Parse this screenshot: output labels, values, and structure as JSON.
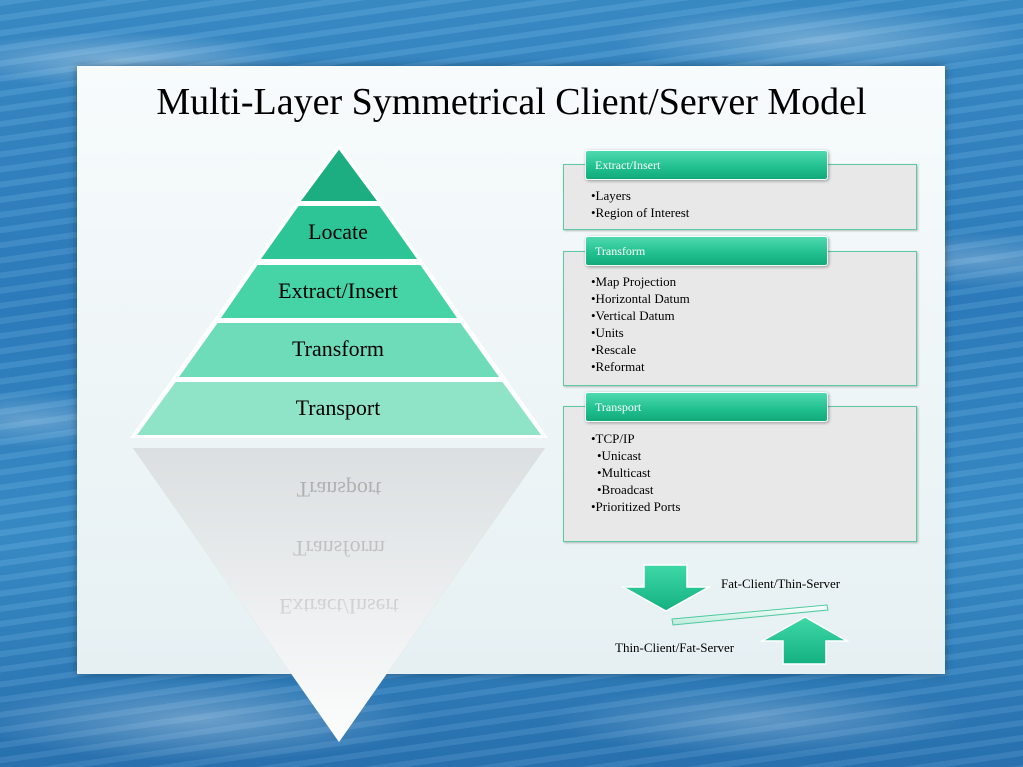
{
  "title": "Multi-Layer Symmetrical Client/Server Model",
  "pyramid": {
    "layers": [
      "Locate",
      "Extract/Insert",
      "Transform",
      "Transport"
    ]
  },
  "cards": [
    {
      "header": "Extract/Insert",
      "items": [
        {
          "text": "•Layers",
          "sub": false
        },
        {
          "text": "•Region of Interest",
          "sub": false
        }
      ]
    },
    {
      "header": "Transform",
      "items": [
        {
          "text": "•Map Projection",
          "sub": false
        },
        {
          "text": "•Horizontal Datum",
          "sub": false
        },
        {
          "text": "•Vertical Datum",
          "sub": false
        },
        {
          "text": "•Units",
          "sub": false
        },
        {
          "text": "•Rescale",
          "sub": false
        },
        {
          "text": "•Reformat",
          "sub": false
        }
      ]
    },
    {
      "header": "Transport",
      "items": [
        {
          "text": "•TCP/IP",
          "sub": false
        },
        {
          "text": "•Unicast",
          "sub": true
        },
        {
          "text": "•Multicast",
          "sub": true
        },
        {
          "text": "•Broadcast",
          "sub": true
        },
        {
          "text": "•Prioritized Ports",
          "sub": false
        }
      ]
    }
  ],
  "balance": {
    "top_label": "Fat-Client/Thin-Server",
    "bottom_label": "Thin-Client/Fat-Server"
  },
  "colors": {
    "layer_top": "#1cae80",
    "layer_locate": "#2ec596",
    "layer_extract": "#46d3a6",
    "layer_transform": "#6fdcb9",
    "layer_transport": "#8fe3c6",
    "accent": "#1fbf8c"
  }
}
